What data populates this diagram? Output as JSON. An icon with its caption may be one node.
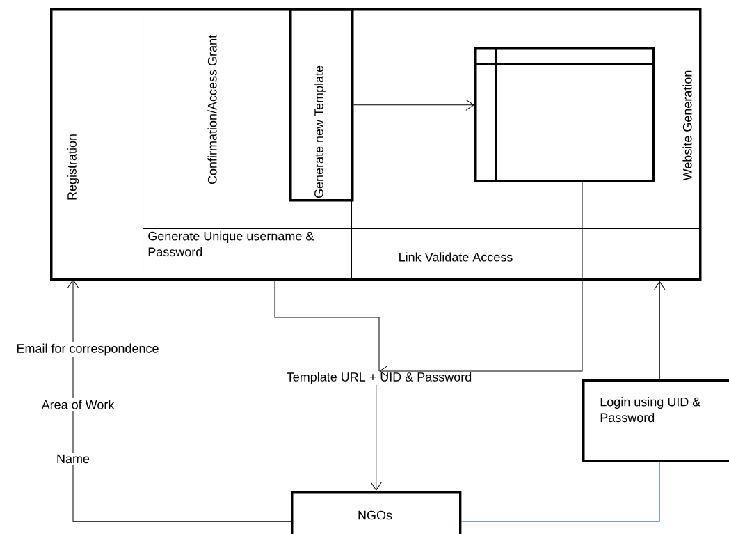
{
  "diagram": {
    "nodes": [
      {
        "text": [],
        "shape": "box"
      },
      {
        "text": [
          "Registration"
        ],
        "in": 0
      },
      {
        "text": [
          "Confirmation/Access Grant"
        ],
        "in": 0
      },
      {
        "text": [
          "Generate new Template"
        ],
        "in": 2
      },
      {
        "text": [
          "Generate Unique username & Password"
        ],
        "in": 0
      },
      {
        "text": [
          "Website Generation"
        ],
        "in": 0
      },
      {
        "text": [],
        "shape": "box",
        "in": 5
      },
      {
        "text": [
          "Link Validate Access"
        ],
        "in": 0
      },
      {
        "text": [
          "Template URL + UID & Password"
        ]
      },
      {
        "text": [
          "Login using UID & Password"
        ]
      },
      {
        "text": [
          "NGOs"
        ]
      }
    ],
    "edges": [
      {
        "from": 3,
        "to": 6,
        "arrow": "to"
      },
      {
        "from": 4,
        "to": 8,
        "arrow": "none"
      },
      {
        "from": 6,
        "to": 8,
        "arrow": "to"
      },
      {
        "from": 8,
        "to": 10,
        "arrow": "to"
      },
      {
        "from": 10,
        "to": 1,
        "arrow": "to"
      },
      {
        "from": 10,
        "to": 9,
        "arrow": "none",
        "color": "#4f81bd"
      },
      {
        "from": 9,
        "to": 0,
        "arrow": "to"
      }
    ],
    "labels": [
      "Email for correspondence",
      "Area of Work",
      "Name"
    ]
  }
}
